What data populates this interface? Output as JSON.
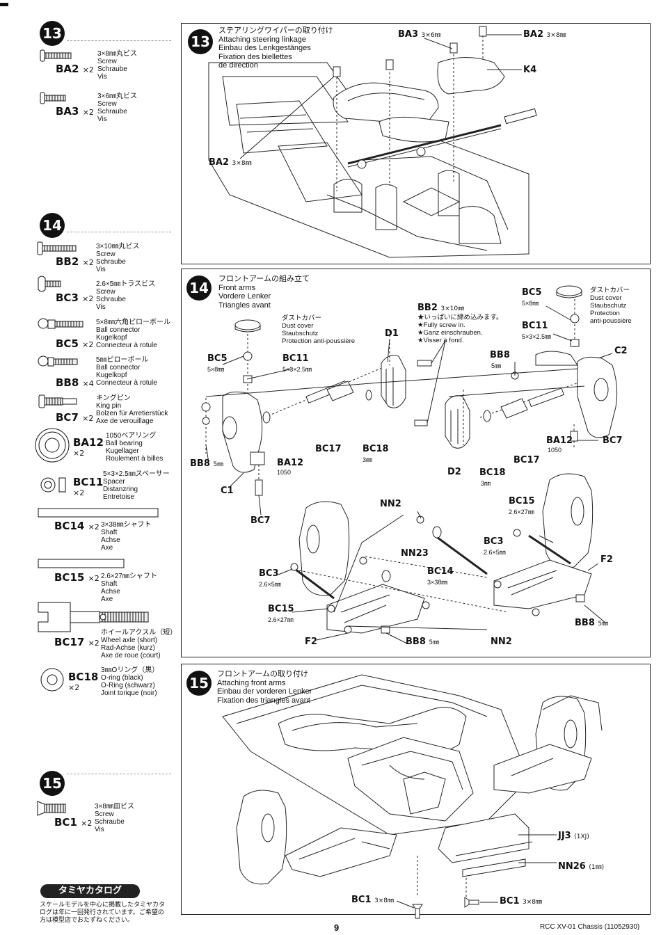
{
  "left": {
    "step13": {
      "num": "13",
      "parts": [
        {
          "code": "BA2",
          "qty": "×2",
          "desc": "3×8㎜丸ビス\nScrew\nSchraube\nVis"
        },
        {
          "code": "BA3",
          "qty": "×2",
          "desc": "3×6㎜丸ビス\nScrew\nSchraube\nVis"
        }
      ]
    },
    "step14": {
      "num": "14",
      "parts": [
        {
          "code": "BB2",
          "qty": "×2",
          "desc": "3×10㎜丸ビス\nScrew\nSchraube\nVis"
        },
        {
          "code": "BC3",
          "qty": "×2",
          "desc": "2.6×5㎜トラスビス\nScrew\nSchraube\nVis"
        },
        {
          "code": "BC5",
          "qty": "×2",
          "desc": "5×8㎜六角ピローボール\nBall connector\nKugelkopf\nConnecteur à rotule"
        },
        {
          "code": "BB8",
          "qty": "×4",
          "desc": "5㎜ピローボール\nBall connector\nKugelkopf\nConnecteur à rotule"
        },
        {
          "code": "BC7",
          "qty": "×2",
          "desc": "キングピン\nKing pin\nBolzen für Arretierstück\nAxe de verouillage"
        },
        {
          "code": "BA12",
          "qty": "×2",
          "desc": "1050ベアリング\nBall bearing\nKugellager\nRoulement à billes"
        },
        {
          "code": "BC11",
          "qty": "×2",
          "desc": "5×3×2.5㎜スペーサー\nSpacer\nDistanzring\nEntretoise"
        },
        {
          "code": "BC14",
          "qty": "×2",
          "desc": "3×38㎜シャフト\nShaft\nAchse\nAxe"
        },
        {
          "code": "BC15",
          "qty": "×2",
          "desc": "2.6×27㎜シャフト\nShaft\nAchse\nAxe"
        },
        {
          "code": "BC17",
          "qty": "×2",
          "desc": "ホイールアクスル（短）\nWheel axle (short)\nRad-Achse (kurz)\nAxe de roue (court)"
        },
        {
          "code": "BC18",
          "qty": "×2",
          "desc": "3㎜Oリング（黒）\nO-ring (black)\nO-Ring (schwarz)\nJoint torique (noir)"
        }
      ]
    },
    "step15": {
      "num": "15",
      "parts": [
        {
          "code": "BC1",
          "qty": "×2",
          "desc": "3×8㎜皿ビス\nScrew\nSchraube\nVis"
        }
      ]
    },
    "catalog": {
      "badge": "タミヤカタログ",
      "text": "スケールモデルを中心に掲載したタミヤカタ\nログは年に一回発行されています。ご希望の\n方は模型店でおたずねください。"
    }
  },
  "panels": {
    "p13": {
      "num": "13",
      "title": "ステアリングワイパーの取り付け\nAttaching steering linkage\nEinbau des Lenkgestänges\nFixation des biellettes\nde direction",
      "labels": {
        "ba3": "BA3",
        "ba3_size": "3×6㎜",
        "ba2_top": "BA2",
        "ba2_top_size": "3×8㎜",
        "k4": "K4",
        "ba2_left": "BA2",
        "ba2_left_size": "3×8㎜"
      }
    },
    "p14": {
      "num": "14",
      "title": "フロントアームの組み立て\nFront arms\nVordere Lenker\nTriangles avant",
      "dustcover_l": "ダストカバー\nDust cover\nStaubschutz\nProtection anti-poussière",
      "dustcover_r": "ダストカバー\nDust cover\nStaubschutz\nProtection\nanti-poussière",
      "bb2": "BB2",
      "bb2_size": "3×10㎜",
      "bb2_note": "★いっぱいに締め込みます。\n★Fully screw in.\n★Ganz einschrauben.\n★Visser à fond.",
      "labels": {
        "bc5_l": "BC5",
        "bc5_l_size": "5×8㎜",
        "bc11_l": "BC11",
        "bc11_l_size": "5×3×2.5㎜",
        "d1": "D1",
        "bc5_r": "BC5",
        "bc5_r_size": "5×8㎜",
        "bc11_r": "BC11",
        "bc11_r_size": "5×3×2.5㎜",
        "bb8_r": "BB8",
        "bb8_r_size": "5㎜",
        "c2": "C2",
        "bc17_l": "BC17",
        "bc18_l": "BC18",
        "bc18_l_size": "3㎜",
        "ba12_l": "BA12",
        "ba12_l_size": "1050",
        "bb8_l": "BB8",
        "bb8_l_size": "5㎜",
        "c1": "C1",
        "bc7_l": "BC7",
        "d2": "D2",
        "bc18_r": "BC18",
        "bc18_r_size": "3㎜",
        "bc17_r": "BC17",
        "ba12_r": "BA12",
        "ba12_r_size": "1050",
        "bc7_r": "BC7",
        "nn2_top": "NN2",
        "nn23": "NN23",
        "bc15_r": "BC15",
        "bc15_r_size": "2.6×27㎜",
        "bc3_r": "BC3",
        "bc3_r_size": "2.6×5㎜",
        "f2_r": "F2",
        "bc3_l": "BC3",
        "bc3_l_size": "2.6×5㎜",
        "bc14": "BC14",
        "bc14_size": "3×38㎜",
        "bc15_l": "BC15",
        "bc15_l_size": "2.6×27㎜",
        "bb8_bot_r": "BB8",
        "bb8_bot_r_size": "5㎜",
        "f2_l": "F2",
        "bb8_bot": "BB8",
        "bb8_bot_size": "5㎜",
        "nn2_bot": "NN2"
      }
    },
    "p15": {
      "num": "15",
      "title": "フロントアームの取り付け\nAttaching front arms\nEinbau der vorderen Lenker\nFixation des triangles avant",
      "labels": {
        "jj3": "JJ3",
        "jj3_size": "(1XJ)",
        "nn26": "NN26",
        "nn26_size": "(1㎜)",
        "bc1_l": "BC1",
        "bc1_l_size": "3×8㎜",
        "bc1_r": "BC1",
        "bc1_r_size": "3×8㎜"
      }
    }
  },
  "footer": {
    "page": "9",
    "model": "RCC XV-01 Chassis (11052930)"
  }
}
